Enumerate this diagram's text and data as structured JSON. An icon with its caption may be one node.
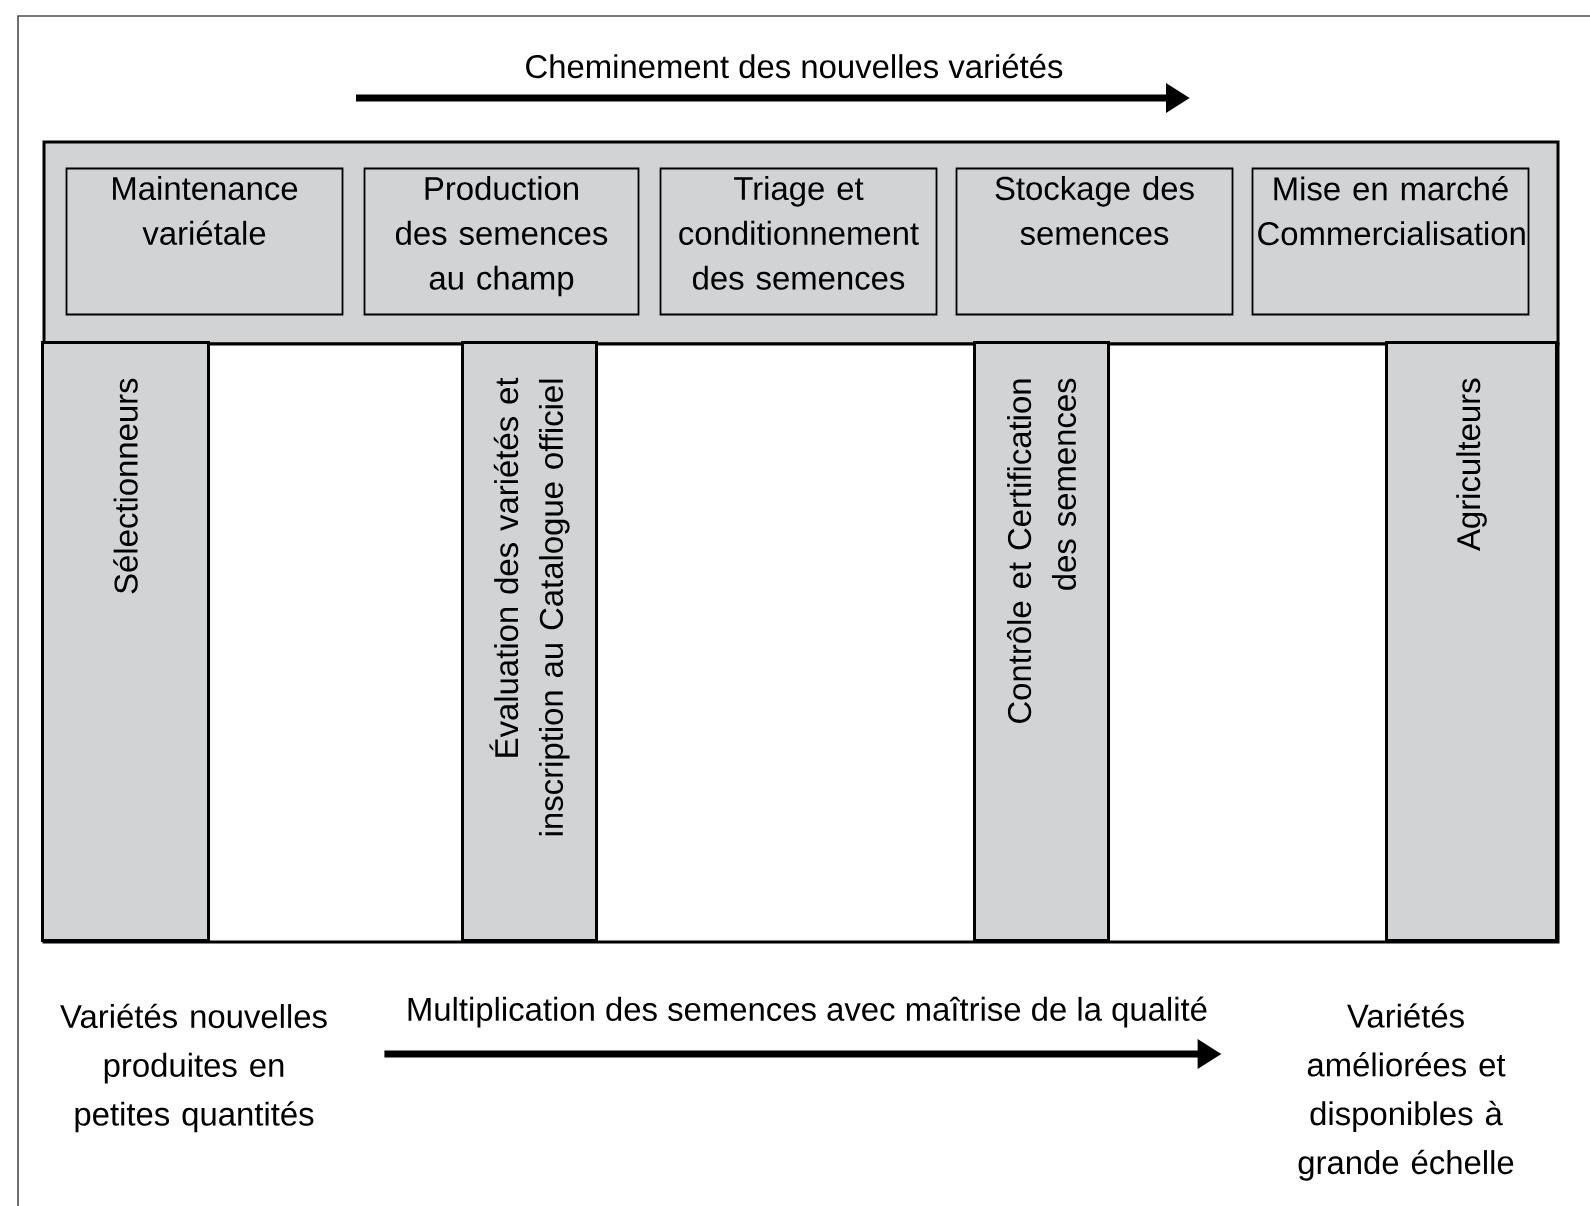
{
  "diagram": {
    "nodes": [
      {
        "text": [],
        "shape": "box"
      },
      {
        "text": [
          "Maintenance variétale"
        ],
        "in": 0
      },
      {
        "text": [
          "Production des semences au champ"
        ],
        "in": 0
      },
      {
        "text": [
          "Triage et conditionnement des semences"
        ],
        "in": 0
      },
      {
        "text": [
          "Stockage des semences"
        ],
        "in": 0
      },
      {
        "text": [
          "Mise en marché Commercialisation"
        ],
        "in": 0
      },
      {
        "text": [],
        "shape": "box"
      },
      {
        "text": [
          "Sélectionneurs"
        ],
        "in": 6
      },
      {
        "text": [
          "Évaluation des variétés et inscription au Catalogue officiel"
        ],
        "in": 6
      },
      {
        "text": [
          "Contrôle et Certification des semences"
        ],
        "in": 6
      },
      {
        "text": [
          "Agriculteurs"
        ],
        "in": 6
      },
      {
        "text": [
          "Variétés nouvelles produites en petites quantités"
        ]
      },
      {
        "text": [
          "Variétés améliorées et disponibles à grande échelle"
        ]
      }
    ],
    "edges": [
      {
        "from": 11,
        "to": 12,
        "arrow": "to",
        "label": "Multiplication des semences avec maîtrise de la qualité"
      }
    ],
    "labels": [
      "Cheminement des nouvelles variétés"
    ]
  }
}
